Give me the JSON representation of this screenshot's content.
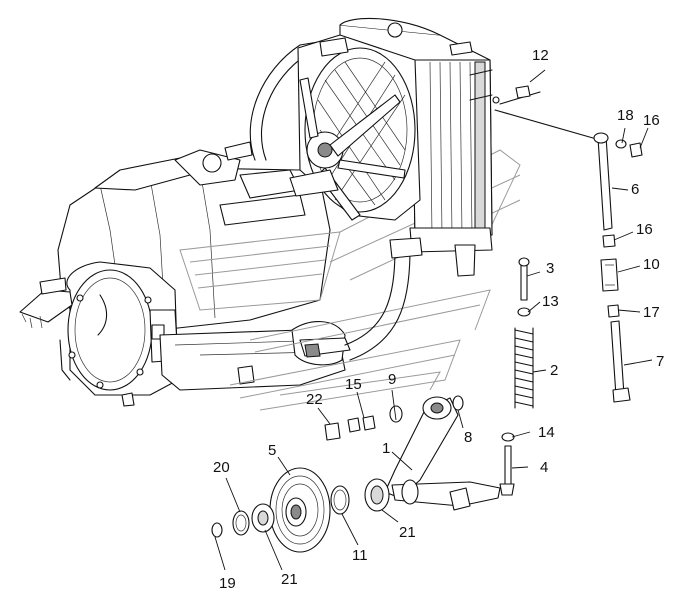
{
  "callouts": {
    "c1": "1",
    "c2": "2",
    "c3": "3",
    "c4": "4",
    "c5": "5",
    "c6": "6",
    "c7": "7",
    "c8": "8",
    "c9": "9",
    "c10": "10",
    "c11": "11",
    "c12": "12",
    "c13": "13",
    "c14": "14",
    "c15": "15",
    "c16a": "16",
    "c16b": "16",
    "c17": "17",
    "c18": "18",
    "c19": "19",
    "c20": "20",
    "c21a": "21",
    "c21b": "21",
    "c22": "22"
  },
  "colors": {
    "ink": "#111111",
    "background": "#ffffff",
    "shade": "#d9d9d9"
  }
}
